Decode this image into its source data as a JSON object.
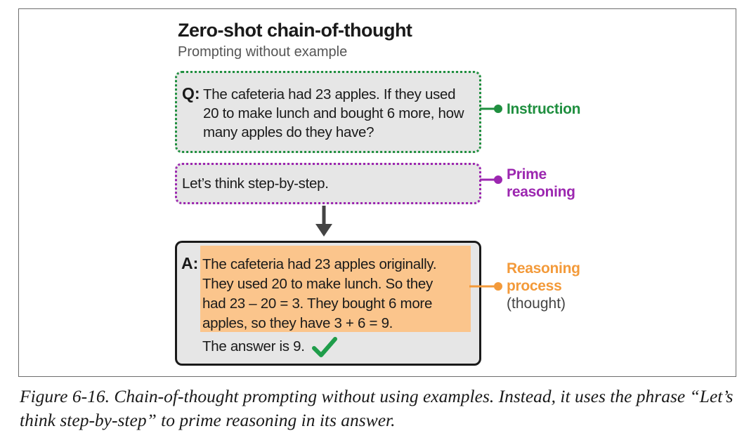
{
  "figure": {
    "title": "Zero-shot chain-of-thought",
    "subtitle": "Prompting without example",
    "question": {
      "label": "Q:",
      "text": "The cafeteria had 23 apples. If they used 20 to make lunch and bought 6 more, how many apples do they have?"
    },
    "prime": {
      "text": "Let’s think step-by-step."
    },
    "answer": {
      "label": "A:",
      "thought_lines": [
        "The cafeteria had 23 apples originally.",
        "They used 20 to make lunch. So they",
        "had 23 – 20 = 3. They bought 6 more",
        "apples, so they have 3 + 6 = 9."
      ],
      "final": "The answer is 9."
    },
    "labels": {
      "instruction": "Instruction",
      "prime_line1": "Prime",
      "prime_line2": "reasoning",
      "reasoning_line1": "Reasoning",
      "reasoning_line2": "process",
      "reasoning_sub": "(thought)"
    },
    "colors": {
      "instruction": "#1f8f3f",
      "prime": "#9c27b0",
      "reasoning": "#f39a3a",
      "thought_highlight": "#fbc58c",
      "check": "#1f9d4a"
    },
    "icons": {
      "check": "check-icon",
      "arrow": "arrow-down-icon"
    }
  },
  "caption": "Figure 6-16. Chain-of-thought prompting without using examples. Instead, it uses the phrase “Let’s think step-by-step” to prime reasoning in its answer."
}
